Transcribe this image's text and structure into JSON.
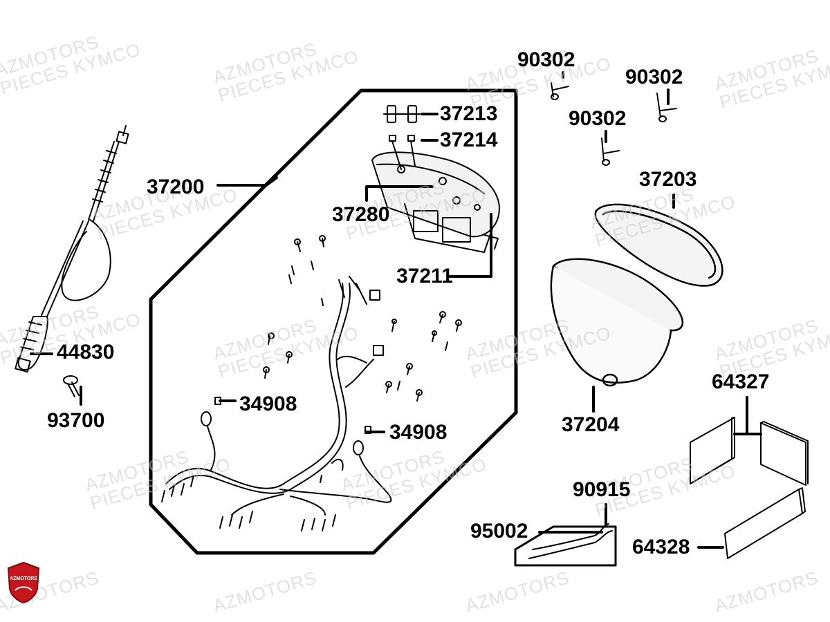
{
  "watermark": {
    "line1": "AZMOTORS",
    "line2": "PIECES KYMCO"
  },
  "logo": {
    "text": "AZMOTORS",
    "color": "#c4161c"
  },
  "parts": {
    "p37200": "37200",
    "p37213": "37213",
    "p37214": "37214",
    "p37280": "37280",
    "p37211": "37211",
    "p34908a": "34908",
    "p34908b": "34908",
    "p44830": "44830",
    "p93700": "93700",
    "p90302a": "90302",
    "p90302b": "90302",
    "p90302c": "90302",
    "p37203": "37203",
    "p37204": "37204",
    "p64327": "64327",
    "p64328": "64328",
    "p90915": "90915",
    "p95002": "95002"
  }
}
